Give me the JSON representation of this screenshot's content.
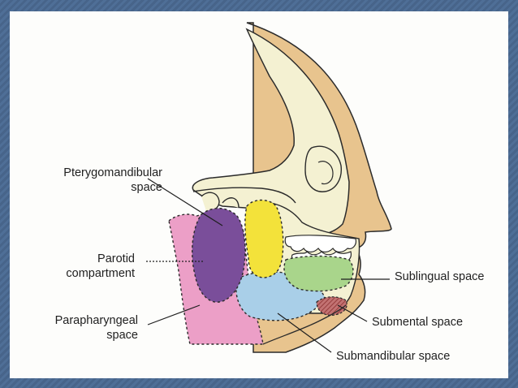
{
  "labels": {
    "pterygomandibular_line1": "Pterygomandibular",
    "pterygomandibular_line2": "space",
    "parotid_line1": "Parotid",
    "parotid_line2": "compartment",
    "parapharyngeal_line1": "Parapharyngeal",
    "parapharyngeal_line2": "space",
    "sublingual": "Sublingual space",
    "submental": "Submental space",
    "submandibular": "Submandibular space"
  },
  "colors": {
    "frame": "#4d6c93",
    "background": "#fdfdfb",
    "skin": "#e8c48e",
    "bone": "#f4f1d2",
    "teeth": "#ffffff",
    "pterygomandibular": "#7a4e9a",
    "masseteric": "#f3e23a",
    "parapharyngeal": "#ec9fc7",
    "sublingual": "#a9d58b",
    "submandibular": "#a9cfe8",
    "submental": "#b14a4a",
    "outline": "#2b2b2b"
  }
}
